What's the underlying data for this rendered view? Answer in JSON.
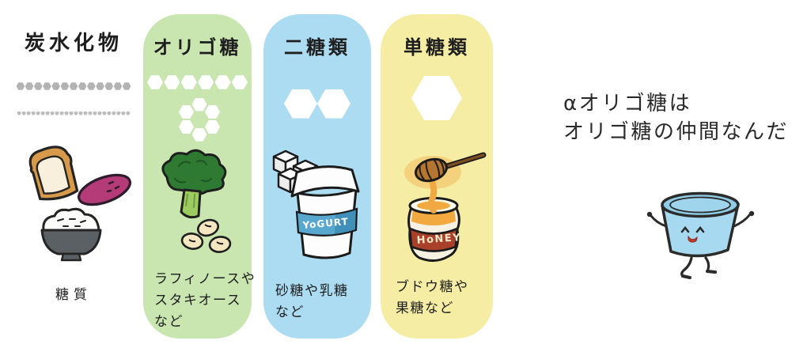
{
  "colors": {
    "oligo_column_bg": "#c9e6b0",
    "disaccharide_column_bg": "#abdcf2",
    "monosaccharide_column_bg": "#f5eda3",
    "hex_gray_large": "#b3b3b3",
    "hex_gray_small": "#bdbdbd",
    "hex_white": "#ffffff",
    "character_body": "#a7daf0",
    "character_rim": "#8fcce6",
    "text": "#1e1e1e"
  },
  "columns": [
    {
      "id": "carbohydrate",
      "title": "炭水化物",
      "caption_lines": [
        "糖質"
      ],
      "hex_rows": [
        {
          "count": 13,
          "w": 10.6,
          "h": 9.5,
          "gap": 0.6,
          "color": "#b3b3b3"
        },
        {
          "count": 24,
          "w": 5.4,
          "h": 5,
          "gap": 0.6,
          "color": "#bdbdbd"
        }
      ],
      "illustrations": [
        "bread-icon",
        "sweet-potato-icon",
        "rice-bowl-icon"
      ]
    },
    {
      "id": "oligosaccharide",
      "title": "オリゴ糖",
      "caption_lines": [
        "ラフィノースや",
        "スタキオース",
        "など"
      ],
      "hex_row": {
        "count": 6,
        "w": 20,
        "h": 17.5,
        "gap": 1.4,
        "color": "#ffffff"
      },
      "hex_ring": {
        "count": 6,
        "w": 19,
        "h": 17,
        "radius": 19,
        "color": "#ffffff"
      },
      "illustrations": [
        "broccoli-icon",
        "soybeans-icon"
      ]
    },
    {
      "id": "disaccharide",
      "title": "二糖類",
      "caption_lines": [
        "砂糖や乳糖",
        "など"
      ],
      "hex_row": {
        "count": 2,
        "w": 42,
        "h": 37,
        "gap": 0,
        "color": "#ffffff"
      },
      "illustrations": [
        "sugar-cubes-icon",
        "yogurt-icon"
      ],
      "yogurt_label": "YoGURT"
    },
    {
      "id": "monosaccharide",
      "title": "単糖類",
      "caption_lines": [
        "ブドウ糖や",
        "果糖など"
      ],
      "hex_row": {
        "count": 1,
        "w": 64,
        "h": 56,
        "gap": 0,
        "color": "#ffffff"
      },
      "illustrations": [
        "honey-dipper-icon",
        "honey-jar-icon"
      ],
      "honey_label": "HoNEY"
    }
  ],
  "speech_bubble": {
    "lines": [
      "αオリゴ糖は",
      "オリゴ糖の仲間なんだ"
    ]
  },
  "character": {
    "name": "cup-character"
  }
}
